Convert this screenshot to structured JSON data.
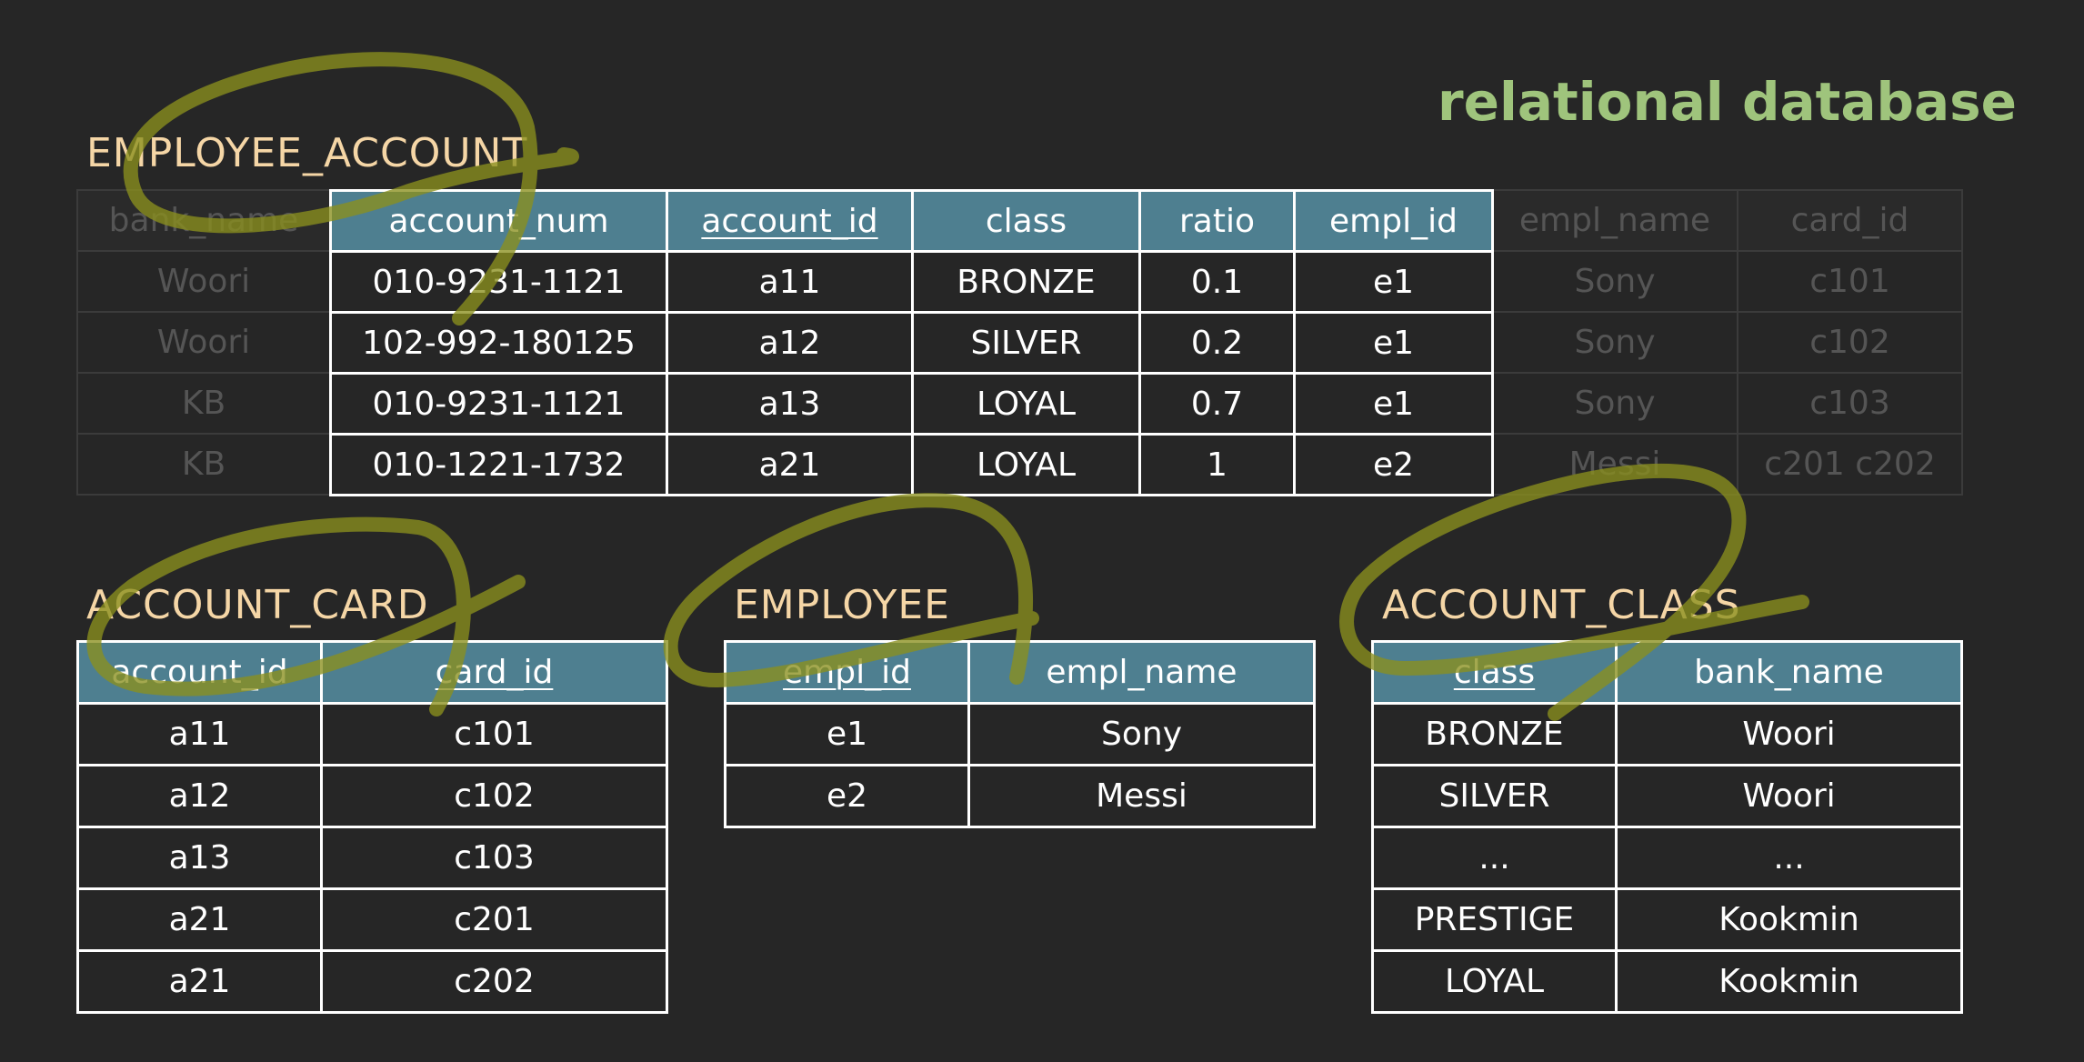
{
  "title": "relational database",
  "employee_account": {
    "name": "EMPLOYEE_ACCOUNT",
    "columns": [
      "bank_name",
      "account_num",
      "account_id",
      "class",
      "ratio",
      "empl_id",
      "empl_name",
      "card_id"
    ],
    "rows": [
      [
        "Woori",
        "010-9231-1121",
        "a11",
        "BRONZE",
        "0.1",
        "e1",
        "Sony",
        "c101"
      ],
      [
        "Woori",
        "102-992-180125",
        "a12",
        "SILVER",
        "0.2",
        "e1",
        "Sony",
        "c102"
      ],
      [
        "KB",
        "010-9231-1121",
        "a13",
        "LOYAL",
        "0.7",
        "e1",
        "Sony",
        "c103"
      ],
      [
        "KB",
        "010-1221-1732",
        "a21",
        "LOYAL",
        "1",
        "e2",
        "Messi",
        "c201 c202"
      ]
    ]
  },
  "account_card": {
    "name": "ACCOUNT_CARD",
    "columns": [
      "account_id",
      "card_id"
    ],
    "rows": [
      [
        "a11",
        "c101"
      ],
      [
        "a12",
        "c102"
      ],
      [
        "a13",
        "c103"
      ],
      [
        "a21",
        "c201"
      ],
      [
        "a21",
        "c202"
      ]
    ]
  },
  "employee": {
    "name": "EMPLOYEE",
    "columns": [
      "empl_id",
      "empl_name"
    ],
    "rows": [
      [
        "e1",
        "Sony"
      ],
      [
        "e2",
        "Messi"
      ]
    ]
  },
  "account_class": {
    "name": "ACCOUNT_CLASS",
    "columns": [
      "class",
      "bank_name"
    ],
    "rows": [
      [
        "BRONZE",
        "Woori"
      ],
      [
        "SILVER",
        "Woori"
      ],
      [
        "...",
        "..."
      ],
      [
        "PRESTIGE",
        "Kookmin"
      ],
      [
        "LOYAL",
        "Kookmin"
      ]
    ]
  },
  "colors": {
    "background": "#262626",
    "header_fill": "#4e7f90",
    "table_name": "#f5d6a6",
    "title": "#9fc47c",
    "marker": "#8a8f1e",
    "ghost_text": "#555555"
  }
}
